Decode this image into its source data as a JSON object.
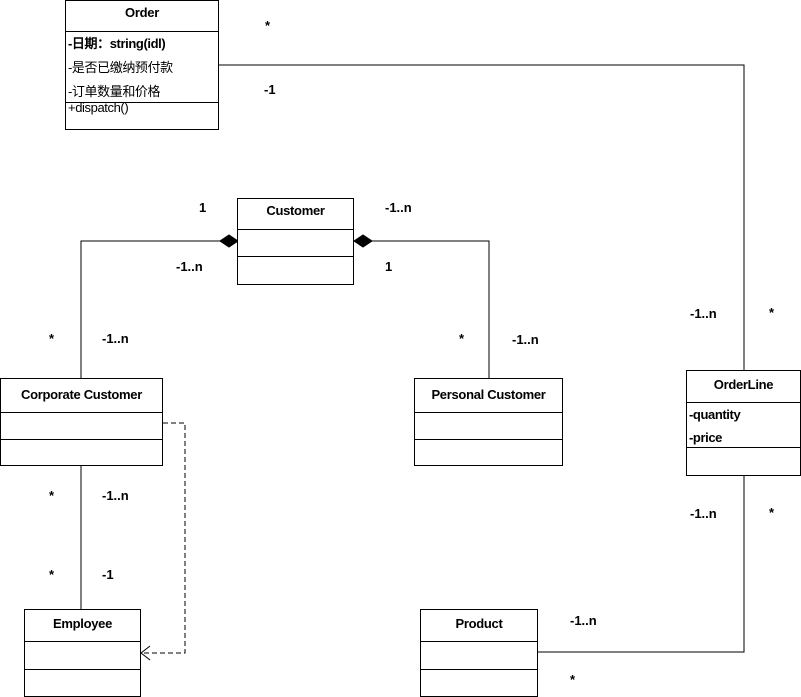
{
  "classes": {
    "order": {
      "name": "Order",
      "attributes": [
        "-日期：string(idl)",
        "-是否已缴纳预付款",
        "-订单数量和价格"
      ],
      "operations": [
        "+dispatch()"
      ]
    },
    "customer": {
      "name": "Customer"
    },
    "corporate_customer": {
      "name": "Corporate Customer"
    },
    "personal_customer": {
      "name": "Personal Customer"
    },
    "orderline": {
      "name": "OrderLine",
      "attributes": [
        "-quantity",
        "-price"
      ]
    },
    "employee": {
      "name": "Employee"
    },
    "product": {
      "name": "Product"
    }
  },
  "multiplicities": {
    "order_side_star": "*",
    "order_side_one": "-1",
    "customer_left_top": "1",
    "customer_left_bottom": "-1..n",
    "customer_right_top": "-1..n",
    "customer_right_bottom": "1",
    "corporate_top_star": "*",
    "corporate_top_range": "-1..n",
    "personal_top_star": "*",
    "personal_top_range": "-1..n",
    "orderline_top_range": "-1..n",
    "orderline_top_star": "*",
    "orderline_bottom_range": "-1..n",
    "orderline_bottom_star": "*",
    "corporate_bottom_star": "*",
    "corporate_bottom_range": "-1..n",
    "employee_top_star": "*",
    "employee_top_one": "-1",
    "product_right_range": "-1..n",
    "product_bottom_star": "*"
  }
}
